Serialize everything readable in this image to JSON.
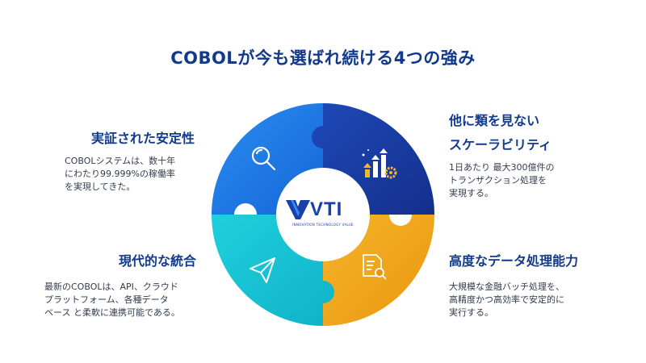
{
  "title": "COBOLが今も選ばれ続ける4つの強み",
  "strengths": [
    {
      "title": "実証された安定性",
      "lines": [
        "COBOLシステムは、数十年",
        "にわたり99.999%の稼働率",
        "を実現してきた。"
      ],
      "icon": "magnifier-icon",
      "color": "#1f7fe8"
    },
    {
      "title_lines": [
        "他に類を見ない",
        "スケーラビリティ"
      ],
      "lines": [
        "1日あたり 最大300億件の",
        "トランザクション処理を",
        "実現する。"
      ],
      "icon": "growth-gear-icon",
      "color": "#1a3fae"
    },
    {
      "title": "高度なデータ処理能力",
      "lines": [
        "大規模な金融バッチ処理を、",
        "高精度かつ高効率で安定的に",
        "実行する。"
      ],
      "icon": "document-search-icon",
      "color": "#f2a61c"
    },
    {
      "title": "現代的な統合",
      "lines": [
        "最新のCOBOLは、API、クラウド",
        "プラットフォーム、各種データ",
        "ベース と柔軟に連携可能である。"
      ],
      "icon": "paper-plane-icon",
      "color": "#14c3d6"
    }
  ],
  "logo": {
    "text": "VTI",
    "tagline": "INNOVATION TECHNOLOGY VALUE"
  }
}
